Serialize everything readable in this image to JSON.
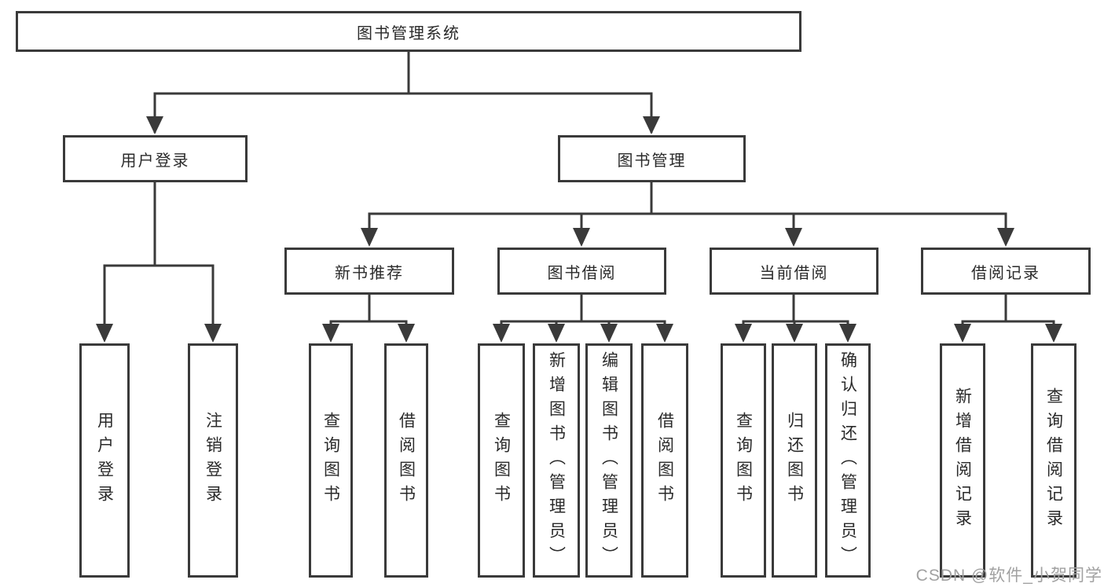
{
  "diagram_type": "hierarchy-tree",
  "tree": {
    "root": {
      "label": "图书管理系统",
      "children": [
        {
          "label": "用户登录",
          "children": [
            {
              "label": "用户登录"
            },
            {
              "label": "注销登录"
            }
          ]
        },
        {
          "label": "图书管理",
          "children": [
            {
              "label": "新书推荐",
              "children": [
                {
                  "label": "查询图书"
                },
                {
                  "label": "借阅图书"
                }
              ]
            },
            {
              "label": "图书借阅",
              "children": [
                {
                  "label": "查询图书"
                },
                {
                  "label": "新增图书（管理员）"
                },
                {
                  "label": "编辑图书（管理员）"
                },
                {
                  "label": "借阅图书"
                }
              ]
            },
            {
              "label": "当前借阅",
              "children": [
                {
                  "label": "查询图书"
                },
                {
                  "label": "归还图书"
                },
                {
                  "label": "确认归还（管理员）"
                }
              ]
            },
            {
              "label": "借阅记录",
              "children": [
                {
                  "label": "新增借阅记录"
                },
                {
                  "label": "查询借阅记录"
                }
              ]
            }
          ]
        }
      ]
    }
  },
  "watermark": {
    "text": "CSDN @软件_小贺同学"
  },
  "colors": {
    "line": "#3a3a3a",
    "box_border": "#3a3a3a",
    "text": "#2a2a2a",
    "watermark": "#a1a1a1",
    "background": "#ffffff"
  }
}
